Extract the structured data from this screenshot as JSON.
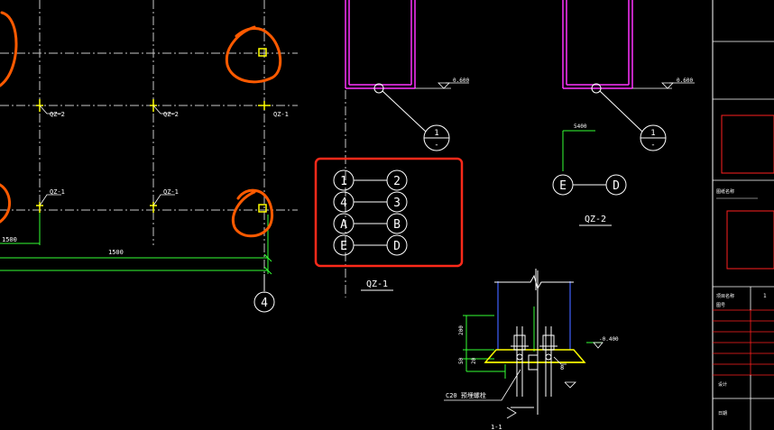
{
  "drawing": {
    "colors": {
      "background": "#000000",
      "axis_line": "#c8c8c8",
      "column": "#ff33ff",
      "dimension": "#33ff33",
      "column_marker": "#ffff00",
      "highlight_box": "#ff2a1a",
      "circle_markup": "#ff5a00",
      "title_block": "#ff2020",
      "rebar": "#ffffff",
      "blue_line": "#4060ff"
    },
    "plan": {
      "column_tags": [
        "QZ-2",
        "QZ-2",
        "QZ-1",
        "QZ-1",
        "QZ-1"
      ],
      "dimension_left": "1500",
      "dimension_bottom": "1500",
      "grid_bubble_bottom": "4"
    },
    "qz1": {
      "title": "QZ-1",
      "elevation": "0.600",
      "section_bubble_top": "1",
      "section_bubble_bottom": "-",
      "axis_pairs": [
        {
          "from": "1",
          "to": "2"
        },
        {
          "from": "4",
          "to": "3"
        },
        {
          "from": "A",
          "to": "B"
        },
        {
          "from": "E",
          "to": "D"
        }
      ]
    },
    "qz2": {
      "title": "QZ-2",
      "elevation": "0.600",
      "dimension": "5400",
      "section_bubble_top": "1",
      "section_bubble_bottom": "-",
      "axis_pair": {
        "from": "E",
        "to": "D"
      }
    },
    "detail": {
      "dim_upper": "200",
      "dim_lower_a": "50",
      "dim_lower_b": "20",
      "elevation": "-0.400",
      "anchor_label": "C20 预埋螺栓",
      "right_tag": "8",
      "bottom_tag": "1-1"
    },
    "title_block": {
      "label_1": "图纸名称",
      "label_2": "项目名称",
      "label_3": "图号",
      "label_4": "设计",
      "label_5": "日期",
      "number": "1"
    }
  }
}
